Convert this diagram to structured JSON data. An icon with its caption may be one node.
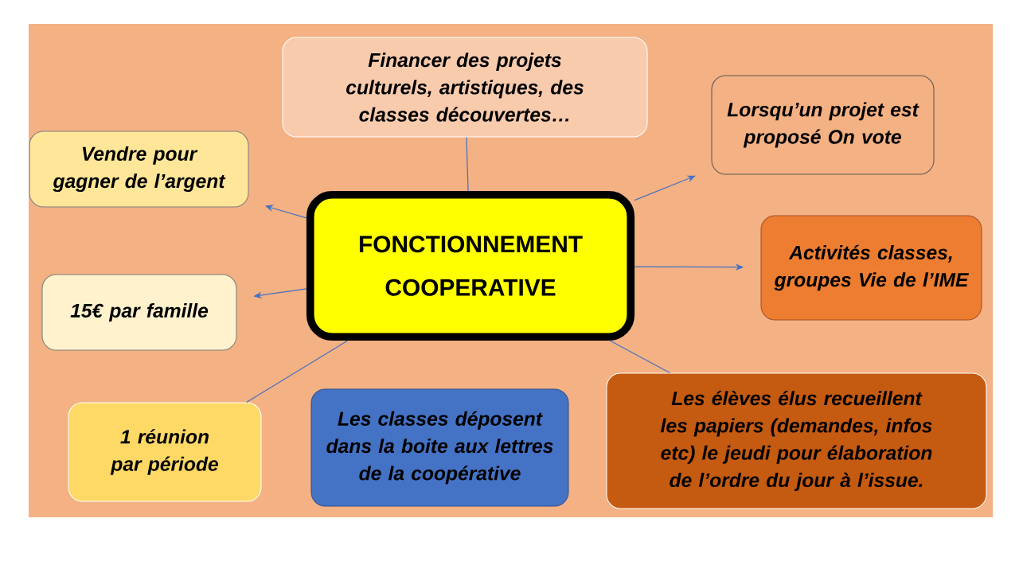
{
  "diagram": {
    "nodes": [
      {
        "text": [
          "FONCTIONNEMENT COOPERATIVE"
        ]
      },
      {
        "text": [
          "Financer des projets culturels, artistiques, des classes découvertes…"
        ]
      },
      {
        "text": [
          "Vendre pour gagner de l’argent"
        ]
      },
      {
        "text": [
          "Lorsqu’un projet est proposé On vote"
        ]
      },
      {
        "text": [
          "Activités classes, groupes Vie de l’IME"
        ]
      },
      {
        "text": [
          "15€ par famille"
        ]
      },
      {
        "text": [
          "1 réunion par période"
        ]
      },
      {
        "text": [
          "Les classes déposent dans la boite aux lettres de la coopérative"
        ]
      },
      {
        "text": [
          "Les élèves élus recueillent les papiers (demandes, infos etc) le jeudi pour élaboration de l’ordre du jour à l’issue."
        ]
      }
    ],
    "edges": [
      {
        "from": 0,
        "to": 1,
        "arrow": "none"
      },
      {
        "from": 0,
        "to": 2,
        "arrow": "to"
      },
      {
        "from": 0,
        "to": 3,
        "arrow": "to"
      },
      {
        "from": 0,
        "to": 4,
        "arrow": "to"
      },
      {
        "from": 0,
        "to": 5,
        "arrow": "to"
      },
      {
        "from": 0,
        "to": 6,
        "arrow": "none"
      },
      {
        "from": 0,
        "to": 8,
        "arrow": "none"
      }
    ]
  }
}
